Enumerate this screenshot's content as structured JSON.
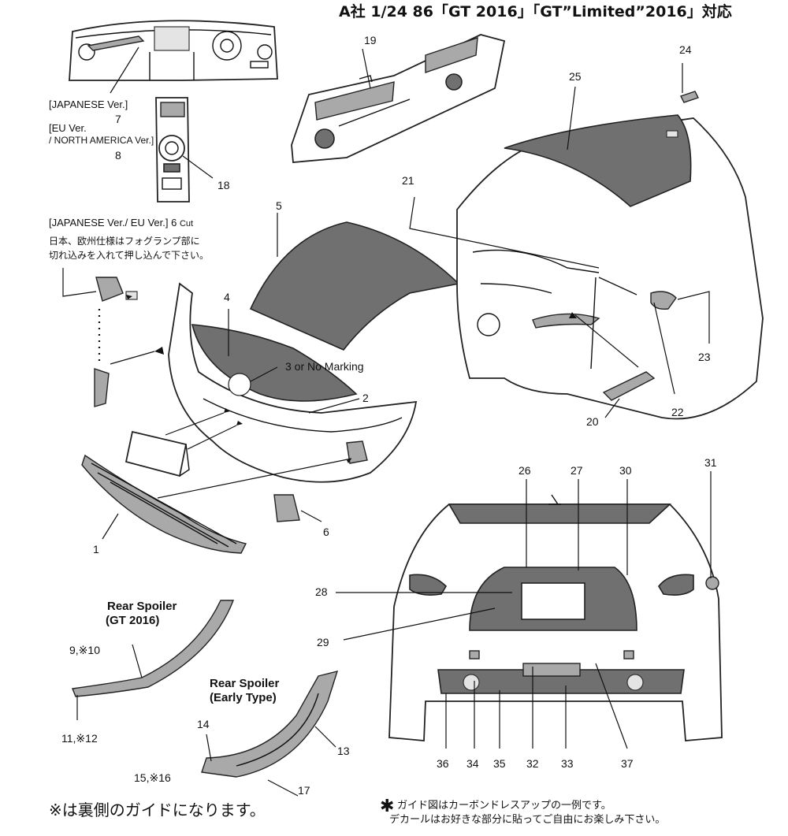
{
  "header": {
    "title": "A社 1/24  86「GT 2016」「GT”Limited”2016」対応"
  },
  "interior": {
    "label_japanese": "[JAPANESE Ver.]",
    "num_japanese": "7",
    "label_eu": "[EU Ver.",
    "label_na": "/ NORTH AMERICA Ver.]",
    "num_eu": "8",
    "num_console": "18",
    "num_door": "19"
  },
  "bumper_note": {
    "heading": "[JAPANESE Ver./ EU Ver.] 6",
    "heading_cut": "Cut",
    "jp_line1": "日本、欧州仕様はフォグランプ部に",
    "jp_line2": "切れ込みを入れて押し込んで下さい。"
  },
  "front_labels": {
    "n1": "1",
    "n2": "2",
    "n4": "4",
    "n5": "5",
    "n6": "6",
    "marking": "3 or No Marking"
  },
  "side_labels": {
    "n20": "20",
    "n21": "21",
    "n22": "22",
    "n23": "23",
    "n24": "24",
    "n25": "25"
  },
  "rear_labels": {
    "n26": "26",
    "n27": "27",
    "n28": "28",
    "n29": "29",
    "n30": "30",
    "n31": "31",
    "n32": "32",
    "n33": "33",
    "n34": "34",
    "n35": "35",
    "n36": "36",
    "n37": "37"
  },
  "spoiler_gt": {
    "title1": "Rear Spoiler",
    "title2": "(GT 2016)",
    "label_a": "9,※10",
    "label_b": "11,※12"
  },
  "spoiler_early": {
    "title1": "Rear Spoiler",
    "title2": "(Early Type)",
    "n13": "13",
    "n14": "14",
    "label_15": "15,※16",
    "n17": "17"
  },
  "footer": {
    "note_left": "※は裏側のガイドになります。",
    "asterisk": "✱",
    "note_right1": "ガイド図はカーボンドレスアップの一例です。",
    "note_right2": "デカールはお好きな部分に貼ってご自由にお楽しみ下さい。"
  }
}
